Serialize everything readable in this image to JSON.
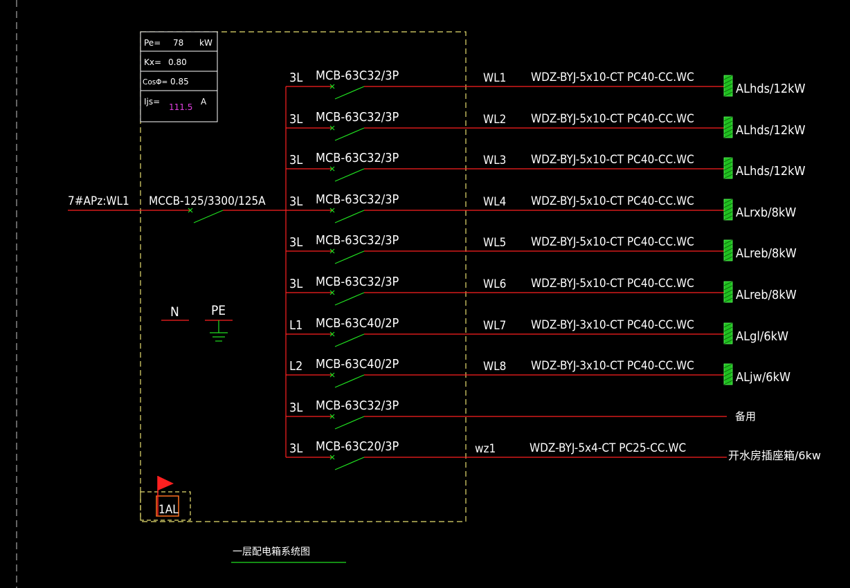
{
  "colors": {
    "background": "#000000",
    "wire": "#ff2020",
    "switch": "#20e020",
    "text": "#ffffff",
    "frame": "#e8e070",
    "ijs_value": "#e040e0",
    "load_block": "#20c020",
    "flag": "#ff2020",
    "panel_box": "#ff7020",
    "grid_dash": "#c8c8c8"
  },
  "params": {
    "pe_label": "Pe=",
    "pe_value": "78",
    "pe_unit": "kW",
    "kx_label": "Kx=",
    "kx_value": "0.80",
    "cos_label": "CosΦ=",
    "cos_value": "0.85",
    "ijs_label": "Ijs=",
    "ijs_value": "111.5",
    "ijs_unit": "A"
  },
  "incoming": {
    "source": "7#APz:WL1",
    "breaker": "MCCB-125/3300/125A"
  },
  "neutral_label": "N",
  "earth_label": "PE",
  "panel_tag": "1AL",
  "caption": "一层配电箱系统图",
  "circuits": [
    {
      "phase": "3L",
      "breaker": "MCB-63C32/3P",
      "circuit": "WL1",
      "cable": "WDZ-BYJ-5x10-CT PC40-CC.WC",
      "load": "ALhds/12kW",
      "has_block": true
    },
    {
      "phase": "3L",
      "breaker": "MCB-63C32/3P",
      "circuit": "WL2",
      "cable": "WDZ-BYJ-5x10-CT PC40-CC.WC",
      "load": "ALhds/12kW",
      "has_block": true
    },
    {
      "phase": "3L",
      "breaker": "MCB-63C32/3P",
      "circuit": "WL3",
      "cable": "WDZ-BYJ-5x10-CT PC40-CC.WC",
      "load": "ALhds/12kW",
      "has_block": true
    },
    {
      "phase": "3L",
      "breaker": "MCB-63C32/3P",
      "circuit": "WL4",
      "cable": "WDZ-BYJ-5x10-CT PC40-CC.WC",
      "load": "ALrxb/8kW",
      "has_block": true
    },
    {
      "phase": "3L",
      "breaker": "MCB-63C32/3P",
      "circuit": "WL5",
      "cable": "WDZ-BYJ-5x10-CT PC40-CC.WC",
      "load": "ALreb/8kW",
      "has_block": true
    },
    {
      "phase": "3L",
      "breaker": "MCB-63C32/3P",
      "circuit": "WL6",
      "cable": "WDZ-BYJ-5x10-CT PC40-CC.WC",
      "load": "ALreb/8kW",
      "has_block": true
    },
    {
      "phase": "L1",
      "breaker": "MCB-63C40/2P",
      "circuit": "WL7",
      "cable": "WDZ-BYJ-3x10-CT PC40-CC.WC",
      "load": "ALgl/6kW",
      "has_block": true
    },
    {
      "phase": "L2",
      "breaker": "MCB-63C40/2P",
      "circuit": "WL8",
      "cable": "WDZ-BYJ-3x10-CT PC40-CC.WC",
      "load": "ALjw/6kW",
      "has_block": true
    },
    {
      "phase": "3L",
      "breaker": "MCB-63C32/3P",
      "circuit": "",
      "cable": "",
      "load": "备用",
      "has_block": false
    },
    {
      "phase": "3L",
      "breaker": "MCB-63C20/3P",
      "circuit": "wz1",
      "cable": "WDZ-BYJ-5x4-CT PC25-CC.WC",
      "load": "开水房插座箱/6kw",
      "has_block": false
    }
  ]
}
